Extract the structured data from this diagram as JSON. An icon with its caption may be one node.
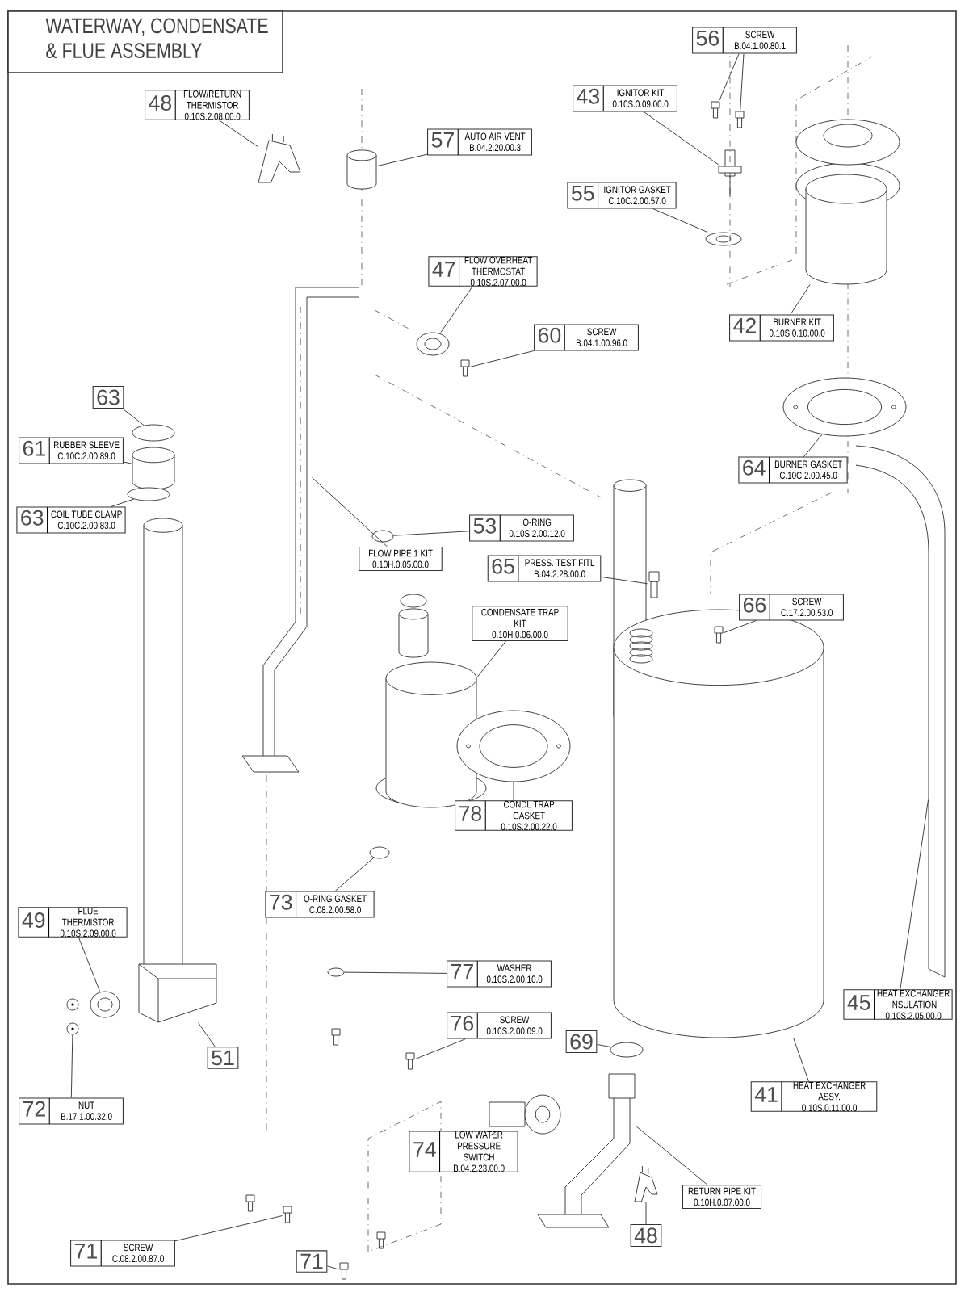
{
  "diagram": {
    "title": "WATERWAY, CONDENSATE & FLUE ASSEMBLY",
    "nodes": [
      {
        "text": [
          "48",
          "FLOW/RETURN THERMISTOR",
          "0.10S.2.08.00.0"
        ]
      },
      {
        "text": [
          "57",
          "AUTO AIR VENT",
          "B.04.2.20.00.3"
        ]
      },
      {
        "text": [
          "56",
          "SCREW",
          "B.04.1.00.80.1"
        ]
      },
      {
        "text": [
          "43",
          "IGNITOR KIT",
          "0.10S.0.09.00.0"
        ]
      },
      {
        "text": [
          "55",
          "IGNITOR GASKET",
          "C.10C.2.00.57.0"
        ]
      },
      {
        "text": [
          "47",
          "FLOW OVERHEAT THERMOSTAT",
          "0.10S.2.07.00.0"
        ]
      },
      {
        "text": [
          "60",
          "SCREW",
          "B.04.1.00.96.0"
        ]
      },
      {
        "text": [
          "42",
          "BURNER KIT",
          "0.10S.0.10.00.0"
        ]
      },
      {
        "text": [
          "63"
        ]
      },
      {
        "text": [
          "61",
          "RUBBER SLEEVE",
          "C.10C.2.00.89.0"
        ]
      },
      {
        "text": [
          "63",
          "COIL TUBE CLAMP",
          "C.10C.2.00.83.0"
        ]
      },
      {
        "text": [
          "53",
          "O-RING",
          "0.10S.2.00.12.0"
        ]
      },
      {
        "text": [
          "FLOW PIPE 1 KIT",
          "0.10H.0.05.00.0"
        ]
      },
      {
        "text": [
          "65",
          "PRESS. TEST FITL",
          "B.04.2.28.00.0"
        ]
      },
      {
        "text": [
          "66",
          "SCREW",
          "C.17.2.00.53.0"
        ]
      },
      {
        "text": [
          "CONDENSATE TRAP KIT",
          "0.10H.0.06.00.0"
        ]
      },
      {
        "text": [
          "78",
          "CONDL TRAP GASKET",
          "0.10S.2.00.22.0"
        ]
      },
      {
        "text": [
          "73",
          "O-RING GASKET",
          "C.08.2.00.58.0"
        ]
      },
      {
        "text": [
          "49",
          "FLUE THERMISTOR",
          "0.10S.2.09.00.0"
        ]
      },
      {
        "text": [
          "45",
          "HEAT EXCHANGER INSULATION",
          "0.10S.2.05.00.0"
        ]
      },
      {
        "text": [
          "77",
          "WASHER",
          "0.10S.2.00.10.0"
        ]
      },
      {
        "text": [
          "76",
          "SCREW",
          "0.10S.2.00.09.0"
        ]
      },
      {
        "text": [
          "51"
        ]
      },
      {
        "text": [
          "69"
        ]
      },
      {
        "text": [
          "41",
          "HEAT EXCHANGER ASSY.",
          "0.10S.0.11.00.0"
        ]
      },
      {
        "text": [
          "72",
          "NUT",
          "B.17.1.00.32.0"
        ]
      },
      {
        "text": [
          "74",
          "LOW WATER PRESSURE SWITCH",
          "B.04.2.23.00.0"
        ]
      },
      {
        "text": [
          "RETURN PIPE KIT",
          "0.10H.0.07.00.0"
        ]
      },
      {
        "text": [
          "48"
        ]
      },
      {
        "text": [
          "71",
          "SCREW",
          "C.08.2.00.87.0"
        ]
      },
      {
        "text": [
          "71"
        ]
      },
      {
        "text": [
          "64",
          "BURNER GASKET",
          "C.10C.2.00.45.0"
        ]
      },
      {
        "text": [],
        "shape": "picture"
      },
      {
        "text": [],
        "shape": "cylinder"
      },
      {
        "text": [],
        "shape": "picture"
      },
      {
        "text": [],
        "shape": "picture"
      },
      {
        "text": [],
        "shape": "picture"
      },
      {
        "text": [],
        "shape": "picture"
      },
      {
        "text": [],
        "shape": "picture"
      },
      {
        "text": [],
        "shape": "picture"
      },
      {
        "text": [],
        "shape": "cylinder"
      },
      {
        "text": [],
        "shape": "circle"
      },
      {
        "text": [],
        "shape": "circle"
      },
      {
        "text": [],
        "shape": "cylinder"
      },
      {
        "text": [],
        "shape": "circle"
      },
      {
        "text": [],
        "shape": "circle"
      },
      {
        "text": [],
        "shape": "picture"
      },
      {
        "text": [],
        "shape": "picture"
      },
      {
        "text": [],
        "shape": "picture"
      },
      {
        "text": [],
        "shape": "cylinder"
      },
      {
        "text": [],
        "shape": "circle"
      },
      {
        "text": [],
        "shape": "circle"
      },
      {
        "text": [],
        "shape": "picture"
      },
      {
        "text": [],
        "shape": "picture"
      },
      {
        "text": [],
        "shape": "circle"
      },
      {
        "text": [],
        "shape": "picture"
      },
      {
        "text": [],
        "shape": "circle"
      },
      {
        "text": [],
        "shape": "picture"
      },
      {
        "text": [],
        "shape": "cylinder"
      },
      {
        "text": [],
        "shape": "picture"
      },
      {
        "text": [],
        "shape": "picture"
      },
      {
        "text": [],
        "shape": "picture"
      },
      {
        "text": [],
        "shape": "picture"
      },
      {
        "text": [],
        "shape": "picture"
      },
      {
        "text": [],
        "shape": "picture"
      }
    ],
    "edges": [
      {
        "from": 0,
        "to": 32,
        "arrow": "none"
      },
      {
        "from": 1,
        "to": 33,
        "arrow": "none"
      },
      {
        "from": 2,
        "to": 34,
        "arrow": "none"
      },
      {
        "from": 2,
        "to": 35,
        "arrow": "none"
      },
      {
        "from": 3,
        "to": 36,
        "arrow": "none"
      },
      {
        "from": 4,
        "to": 37,
        "arrow": "none"
      },
      {
        "from": 5,
        "to": 38,
        "arrow": "none"
      },
      {
        "from": 6,
        "to": 39,
        "arrow": "none"
      },
      {
        "from": 7,
        "to": 40,
        "arrow": "none"
      },
      {
        "from": 8,
        "to": 42,
        "arrow": "none"
      },
      {
        "from": 9,
        "to": 43,
        "arrow": "none"
      },
      {
        "from": 10,
        "to": 44,
        "arrow": "none"
      },
      {
        "from": 11,
        "to": 45,
        "arrow": "none"
      },
      {
        "from": 12,
        "to": 46,
        "arrow": "none"
      },
      {
        "from": 13,
        "to": 47,
        "arrow": "none"
      },
      {
        "from": 14,
        "to": 48,
        "arrow": "none"
      },
      {
        "from": 15,
        "to": 49,
        "arrow": "none"
      },
      {
        "from": 16,
        "to": 50,
        "arrow": "none"
      },
      {
        "from": 17,
        "to": 51,
        "arrow": "none"
      },
      {
        "from": 18,
        "to": 52,
        "arrow": "none"
      },
      {
        "from": 19,
        "to": 59,
        "arrow": "none"
      },
      {
        "from": 20,
        "to": 54,
        "arrow": "none"
      },
      {
        "from": 21,
        "to": 55,
        "arrow": "none"
      },
      {
        "from": 22,
        "to": 53,
        "arrow": "none"
      },
      {
        "from": 23,
        "to": 56,
        "arrow": "none"
      },
      {
        "from": 24,
        "to": 58,
        "arrow": "none"
      },
      {
        "from": 25,
        "to": 57,
        "arrow": "none"
      },
      {
        "from": 26,
        "to": 60,
        "arrow": "none"
      },
      {
        "from": 27,
        "to": 61,
        "arrow": "none"
      },
      {
        "from": 28,
        "to": 62,
        "arrow": "none"
      },
      {
        "from": 29,
        "to": 63,
        "arrow": "none"
      },
      {
        "from": 30,
        "to": 64,
        "arrow": "none"
      },
      {
        "from": 31,
        "to": 41,
        "arrow": "none"
      }
    ]
  }
}
